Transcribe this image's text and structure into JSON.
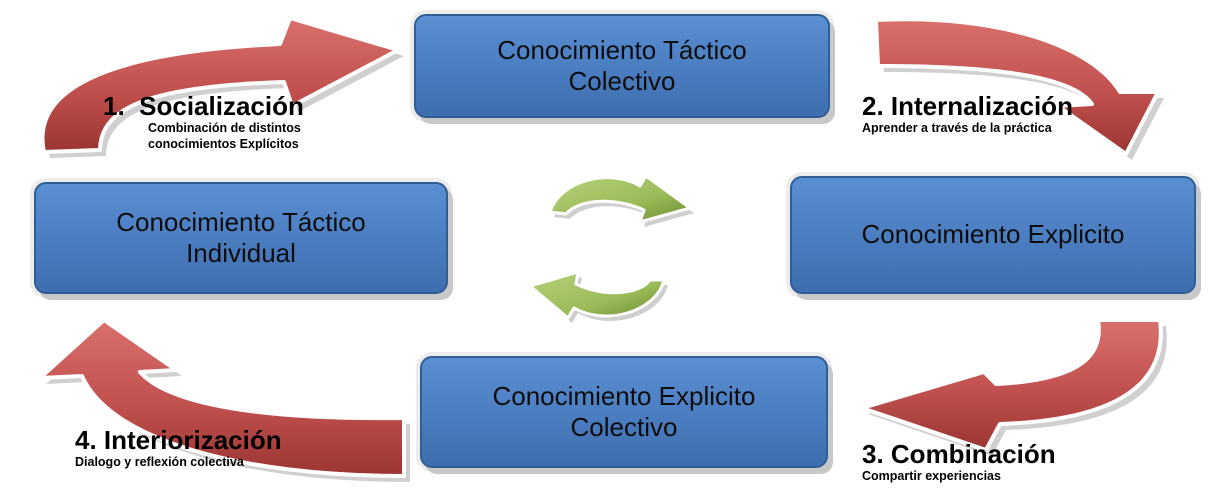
{
  "boxes": {
    "top": "Conocimiento Táctico\nColectivo",
    "left": "Conocimiento Táctico\nIndividual",
    "right": "Conocimiento Explicito",
    "bottom": "Conocimiento Explicito\nColectivo"
  },
  "steps": {
    "socializacion": {
      "title": "1.  Socialización",
      "description": "Combinación de distintos\nconocimientos Explícitos"
    },
    "internalizacion": {
      "title": "2. Internalización",
      "description": "Aprender a través de la práctica"
    },
    "combinacion": {
      "title": "3. Combinación",
      "description": "Compartir experiencias"
    },
    "interiorizacion": {
      "title": "4. Interiorización",
      "description": "Dialogo y reflexión colectiva"
    }
  },
  "colors": {
    "box_fill": "#4f81bd",
    "box_border": "#2f5d95",
    "arrow_red": "#c0504d",
    "arrow_red_dark": "#8c2b28",
    "arrow_green": "#9bbb59",
    "arrow_green_dark": "#6b8a2f"
  },
  "icons": {
    "cycle": "refresh-cycle-icon",
    "flow_arrows": "curved-arrow-icon"
  }
}
